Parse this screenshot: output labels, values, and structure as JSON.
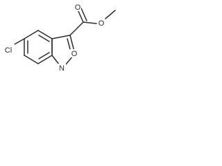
{
  "molecule": {
    "atoms": {
      "chlorine": "Cl",
      "carbonyl_oxygen": "O",
      "ester_oxygen": "O",
      "ring_oxygen": "O",
      "ring_nitrogen": "N"
    }
  }
}
